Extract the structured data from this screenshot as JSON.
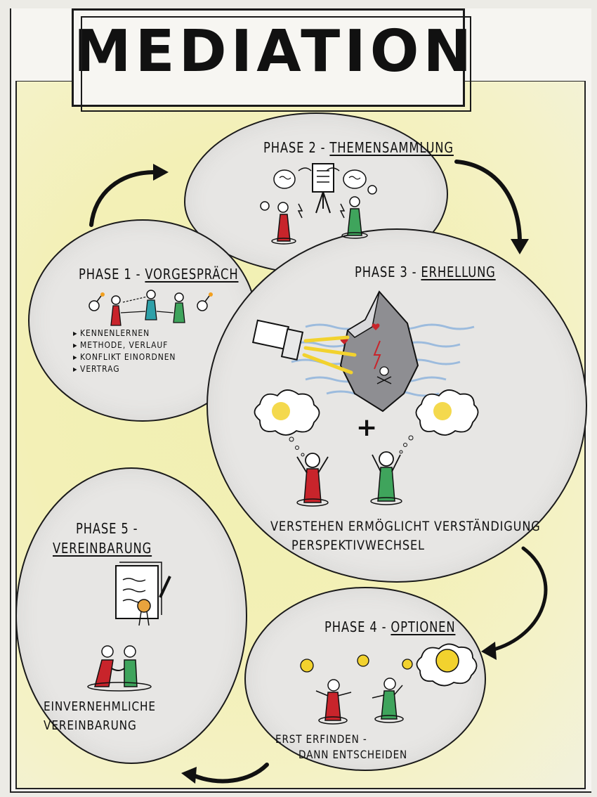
{
  "title": "MEDIATION",
  "phases": {
    "phase1": {
      "title_prefix": "PHASE 1 - ",
      "title_main": "VORGESPRÄCH",
      "items": [
        "KENNENLERNEN",
        "METHODE, VERLAUF",
        "KONFLIKT EINORDNEN",
        "VERTRAG"
      ]
    },
    "phase2": {
      "title_prefix": "PHASE 2 - ",
      "title_main": "THEMENSAMMLUNG"
    },
    "phase3": {
      "title_prefix": "PHASE 3 - ",
      "title_main": "ERHELLUNG",
      "caption_line1": "VERSTEHEN ERMÖGLICHT VERSTÄNDIGUNG",
      "caption_line2": "PERSPEKTIVWECHSEL",
      "plus": "+"
    },
    "phase4": {
      "title_prefix": "PHASE 4 - ",
      "title_main": "OPTIONEN",
      "caption_line1": "ERST ERFINDEN -",
      "caption_line2": "DANN ENTSCHEIDEN"
    },
    "phase5": {
      "title_line1": "PHASE 5 -",
      "title_line2": "VEREINBARUNG",
      "caption_line1": "EINVERNEHMLICHE",
      "caption_line2": "VEREINBARUNG"
    }
  },
  "colors": {
    "red": "#c8242b",
    "green": "#3fa45c",
    "yellow": "#f2d22e",
    "ink": "#1a1a1a"
  }
}
